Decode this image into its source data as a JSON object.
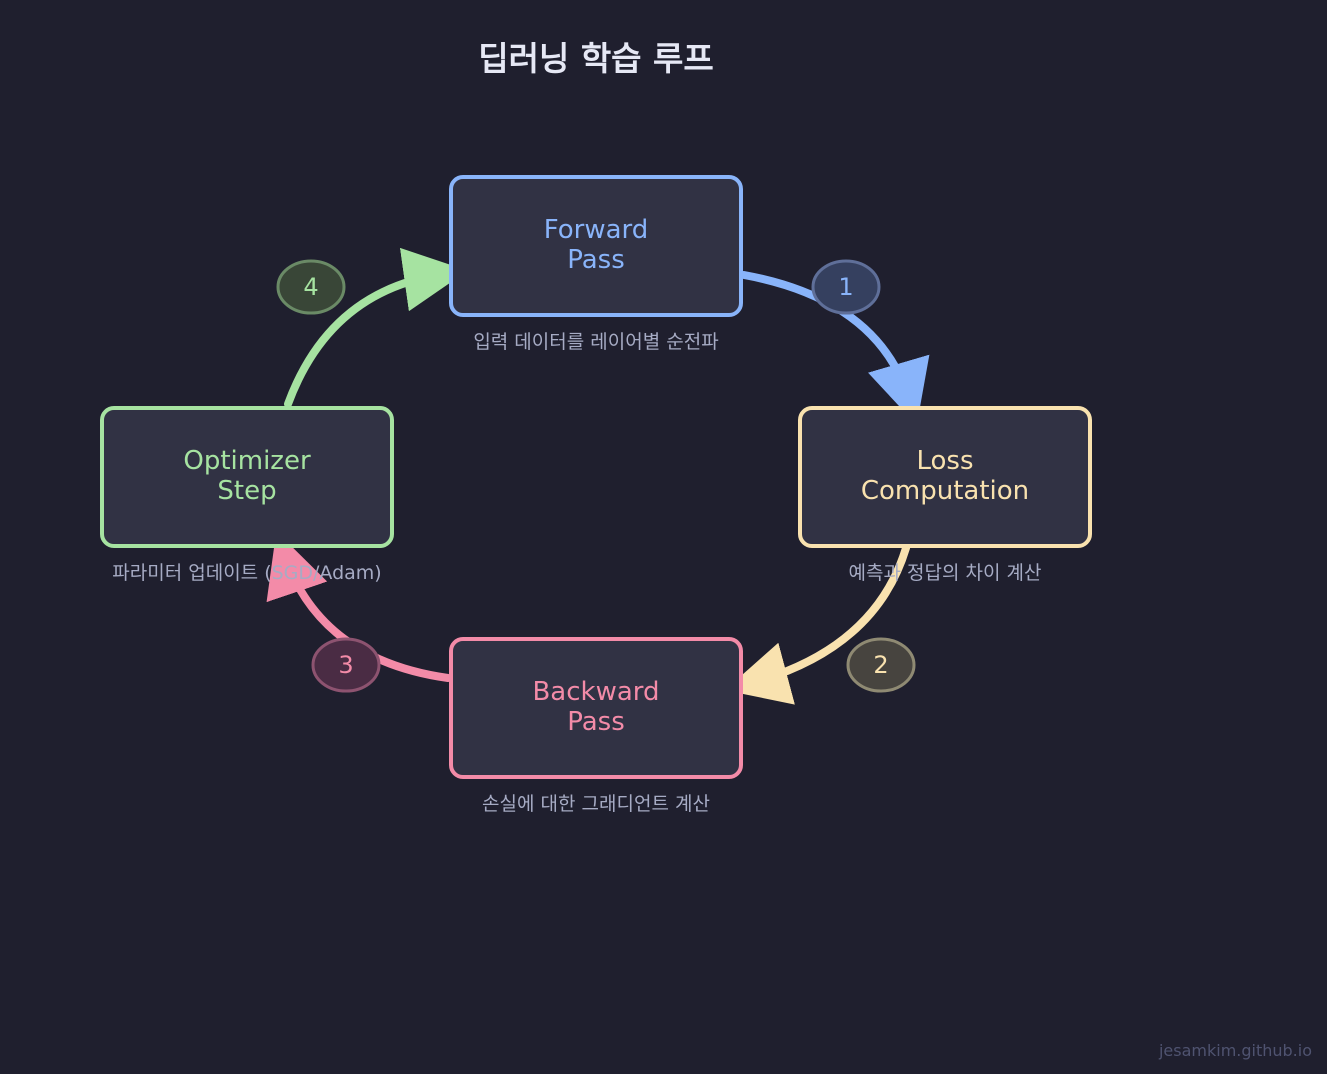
{
  "title": "딥러닝 학습 루프",
  "footer": "jesamkim.github.io",
  "colors": {
    "background": "#1f1f2e",
    "box_fill": "#313244",
    "forward": "#89b4fa",
    "loss": "#f9e2af",
    "backward": "#f38ba8",
    "optimizer": "#a6e3a1",
    "description": "#a6abc4"
  },
  "nodes": {
    "forward": {
      "line1": "Forward",
      "line2": "Pass",
      "desc": "입력 데이터를 레이어별 순전파"
    },
    "loss": {
      "line1": "Loss",
      "line2": "Computation",
      "desc": "예측과 정답의 차이 계산"
    },
    "backward": {
      "line1": "Backward",
      "line2": "Pass",
      "desc": "손실에 대한 그래디언트 계산"
    },
    "optimizer": {
      "line1": "Optimizer",
      "line2": "Step",
      "desc": "파라미터 업데이트 (SGD/Adam)"
    }
  },
  "steps": {
    "s1": "1",
    "s2": "2",
    "s3": "3",
    "s4": "4"
  }
}
